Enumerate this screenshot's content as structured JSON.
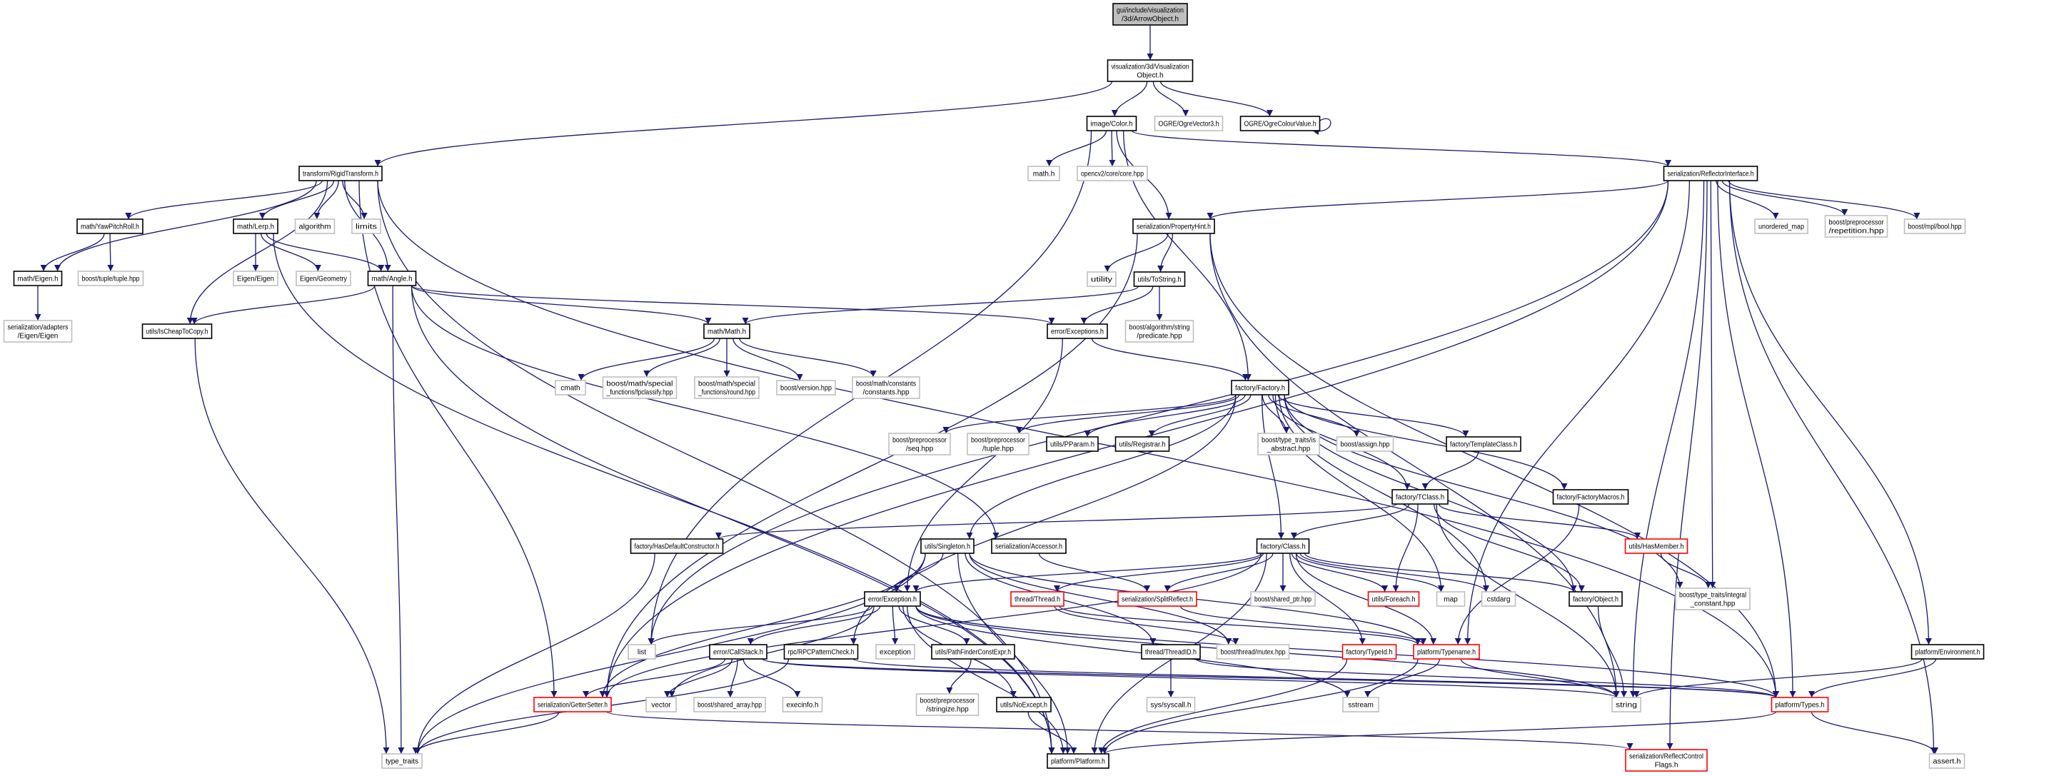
{
  "title": "gui/include/visualization/3d/ArrowObject.h",
  "colors": {
    "edge": "#191970",
    "root_fill": "#bfbfbf",
    "missing_border": "#ff0000",
    "external_border": "#bfbfbf"
  },
  "nodes": [
    {
      "id": "root",
      "style": "root",
      "lines": [
        "gui/include/visualization",
        "/3d/ArrowObject.h"
      ]
    },
    {
      "id": "vis",
      "style": "normal",
      "lines": [
        "visualization/3d/Visualization",
        "Object.h"
      ]
    },
    {
      "id": "color",
      "style": "normal",
      "lines": [
        "image/Color.h"
      ]
    },
    {
      "id": "ogrevec",
      "style": "external",
      "lines": [
        "OGRE/OgreVector3.h"
      ]
    },
    {
      "id": "ogrecol",
      "style": "normal",
      "lines": [
        "OGRE/OgreColourValue.h"
      ]
    },
    {
      "id": "rigid",
      "style": "normal",
      "lines": [
        "transform/RigidTransform.h"
      ]
    },
    {
      "id": "mathh",
      "style": "external",
      "lines": [
        "math.h"
      ]
    },
    {
      "id": "opencv",
      "style": "external",
      "lines": [
        "opencv2/core/core.hpp"
      ]
    },
    {
      "id": "reflector",
      "style": "normal",
      "lines": [
        "serialization/ReflectorInterface.h"
      ]
    },
    {
      "id": "umap",
      "style": "external",
      "lines": [
        "unordered_map"
      ]
    },
    {
      "id": "repetition",
      "style": "external",
      "lines": [
        "boost/preprocessor",
        "/repetition.hpp"
      ]
    },
    {
      "id": "mplbool",
      "style": "external",
      "lines": [
        "boost/mpl/bool.hpp"
      ]
    },
    {
      "id": "prophint",
      "style": "normal",
      "lines": [
        "serialization/PropertyHint.h"
      ]
    },
    {
      "id": "ypr",
      "style": "normal",
      "lines": [
        "math/YawPitchRoll.h"
      ]
    },
    {
      "id": "lerp",
      "style": "normal",
      "lines": [
        "math/Lerp.h"
      ]
    },
    {
      "id": "algorithm",
      "style": "external",
      "lines": [
        "algorithm"
      ]
    },
    {
      "id": "limits",
      "style": "external",
      "lines": [
        "limits"
      ]
    },
    {
      "id": "matheigen",
      "style": "normal",
      "lines": [
        "math/Eigen.h"
      ]
    },
    {
      "id": "tuple",
      "style": "external",
      "lines": [
        "boost/tuple/tuple.hpp"
      ]
    },
    {
      "id": "eigeneigen",
      "style": "external",
      "lines": [
        "Eigen/Eigen"
      ]
    },
    {
      "id": "eigengeom",
      "style": "external",
      "lines": [
        "Eigen/Geometry"
      ]
    },
    {
      "id": "angle",
      "style": "normal",
      "lines": [
        "math/Angle.h"
      ]
    },
    {
      "id": "adapters",
      "style": "external",
      "lines": [
        "serialization/adapters",
        "/Eigen/Eigen"
      ]
    },
    {
      "id": "cheap",
      "style": "normal",
      "lines": [
        "utils/IsCheapToCopy.h"
      ]
    },
    {
      "id": "mathmath",
      "style": "normal",
      "lines": [
        "math/Math.h"
      ]
    },
    {
      "id": "cmath",
      "style": "external",
      "lines": [
        "cmath"
      ]
    },
    {
      "id": "fpclassify",
      "style": "external",
      "lines": [
        "boost/math/special",
        "_functions/fpclassify.hpp"
      ]
    },
    {
      "id": "round",
      "style": "external",
      "lines": [
        "boost/math/special",
        "_functions/round.hpp"
      ]
    },
    {
      "id": "version",
      "style": "external",
      "lines": [
        "boost/version.hpp"
      ]
    },
    {
      "id": "constants",
      "style": "external",
      "lines": [
        "boost/math/constants",
        "/constants.hpp"
      ]
    },
    {
      "id": "utility",
      "style": "external",
      "lines": [
        "utility"
      ]
    },
    {
      "id": "tostring",
      "style": "normal",
      "lines": [
        "utils/ToString.h"
      ]
    },
    {
      "id": "exceptions",
      "style": "normal",
      "lines": [
        "error/Exceptions.h"
      ]
    },
    {
      "id": "predicate",
      "style": "external",
      "lines": [
        "boost/algorithm/string",
        "/predicate.hpp"
      ]
    },
    {
      "id": "factory",
      "style": "normal",
      "lines": [
        "factory/Factory.h"
      ]
    },
    {
      "id": "seq",
      "style": "external",
      "lines": [
        "boost/preprocessor",
        "/seq.hpp"
      ]
    },
    {
      "id": "pptuple",
      "style": "external",
      "lines": [
        "boost/preprocessor",
        "/tuple.hpp"
      ]
    },
    {
      "id": "pparam",
      "style": "normal",
      "lines": [
        "utils/PParam.h"
      ]
    },
    {
      "id": "registrar",
      "style": "normal",
      "lines": [
        "utils/Registrar.h"
      ]
    },
    {
      "id": "isabstract",
      "style": "external",
      "lines": [
        "boost/type_traits/is",
        "_abstract.hpp"
      ]
    },
    {
      "id": "assign",
      "style": "external",
      "lines": [
        "boost/assign.hpp"
      ]
    },
    {
      "id": "templateclass",
      "style": "normal",
      "lines": [
        "factory/TemplateClass.h"
      ]
    },
    {
      "id": "tclass",
      "style": "normal",
      "lines": [
        "factory/TClass.h"
      ]
    },
    {
      "id": "factorymacros",
      "style": "normal",
      "lines": [
        "factory/FactoryMacros.h"
      ]
    },
    {
      "id": "hasdefault",
      "style": "normal",
      "lines": [
        "factory/HasDefaultConstructor.h"
      ]
    },
    {
      "id": "singleton",
      "style": "normal",
      "lines": [
        "utils/Singleton.h"
      ]
    },
    {
      "id": "accessor",
      "style": "normal",
      "lines": [
        "serialization/Accessor.h"
      ]
    },
    {
      "id": "class",
      "style": "normal",
      "lines": [
        "factory/Class.h"
      ]
    },
    {
      "id": "hasmember",
      "style": "missing",
      "lines": [
        "utils/HasMember.h"
      ]
    },
    {
      "id": "exception",
      "style": "normal",
      "lines": [
        "error/Exception.h"
      ]
    },
    {
      "id": "thread",
      "style": "missing",
      "lines": [
        "thread/Thread.h"
      ]
    },
    {
      "id": "splitreflect",
      "style": "missing",
      "lines": [
        "serialization/SplitReflect.h"
      ]
    },
    {
      "id": "sharedptr",
      "style": "external",
      "lines": [
        "boost/shared_ptr.hpp"
      ]
    },
    {
      "id": "foreach",
      "style": "missing",
      "lines": [
        "utils/Foreach.h"
      ]
    },
    {
      "id": "map",
      "style": "external",
      "lines": [
        "map"
      ]
    },
    {
      "id": "cstdarg",
      "style": "external",
      "lines": [
        "cstdarg"
      ]
    },
    {
      "id": "object",
      "style": "normal",
      "lines": [
        "factory/Object.h"
      ]
    },
    {
      "id": "integral",
      "style": "external",
      "lines": [
        "boost/type_traits/integral",
        "_constant.hpp"
      ]
    },
    {
      "id": "list",
      "style": "external",
      "lines": [
        "list"
      ]
    },
    {
      "id": "callstack",
      "style": "normal",
      "lines": [
        "error/CallStack.h"
      ]
    },
    {
      "id": "rpc",
      "style": "normal",
      "lines": [
        "rpc/RPCPatternCheck.h"
      ]
    },
    {
      "id": "stdexception",
      "style": "external",
      "lines": [
        "exception"
      ]
    },
    {
      "id": "pathfinder",
      "style": "normal",
      "lines": [
        "utils/PathFinderConstExpr.h"
      ]
    },
    {
      "id": "threadid",
      "style": "normal",
      "lines": [
        "thread/ThreadID.h"
      ]
    },
    {
      "id": "mutex",
      "style": "external",
      "lines": [
        "boost/thread/mutex.hpp"
      ]
    },
    {
      "id": "typeid",
      "style": "missing",
      "lines": [
        "factory/TypeId.h"
      ]
    },
    {
      "id": "typename",
      "style": "missing",
      "lines": [
        "platform/Typename.h"
      ]
    },
    {
      "id": "environment",
      "style": "normal",
      "lines": [
        "platform/Environment.h"
      ]
    },
    {
      "id": "gettersetter",
      "style": "missing",
      "lines": [
        "serialization/GetterSetter.h"
      ]
    },
    {
      "id": "vector",
      "style": "external",
      "lines": [
        "vector"
      ]
    },
    {
      "id": "sharedarray",
      "style": "external",
      "lines": [
        "boost/shared_array.hpp"
      ]
    },
    {
      "id": "execinfo",
      "style": "external",
      "lines": [
        "execinfo.h"
      ]
    },
    {
      "id": "stringize",
      "style": "external",
      "lines": [
        "boost/preprocessor",
        "/stringize.hpp"
      ]
    },
    {
      "id": "noexcept",
      "style": "normal",
      "lines": [
        "utils/NoExcept.h"
      ]
    },
    {
      "id": "syscall",
      "style": "external",
      "lines": [
        "sys/syscall.h"
      ]
    },
    {
      "id": "sstream",
      "style": "external",
      "lines": [
        "sstream"
      ]
    },
    {
      "id": "string",
      "style": "external",
      "lines": [
        "string"
      ]
    },
    {
      "id": "types",
      "style": "missing",
      "lines": [
        "platform/Types.h"
      ]
    },
    {
      "id": "typetraits",
      "style": "external",
      "lines": [
        "type_traits"
      ]
    },
    {
      "id": "platform",
      "style": "normal",
      "lines": [
        "platform/Platform.h"
      ]
    },
    {
      "id": "flags",
      "style": "missing",
      "lines": [
        "serialization/ReflectControl",
        "Flags.h"
      ]
    },
    {
      "id": "assert",
      "style": "external",
      "lines": [
        "assert.h"
      ]
    }
  ],
  "edges": [
    [
      "root",
      "vis"
    ],
    [
      "vis",
      "color"
    ],
    [
      "vis",
      "ogrevec"
    ],
    [
      "vis",
      "ogrecol"
    ],
    [
      "vis",
      "rigid"
    ],
    [
      "ogrecol",
      "ogrecol"
    ],
    [
      "color",
      "mathh"
    ],
    [
      "color",
      "opencv"
    ],
    [
      "color",
      "prophint"
    ],
    [
      "color",
      "reflector"
    ],
    [
      "color",
      "factory"
    ],
    [
      "color",
      "list"
    ],
    [
      "rigid",
      "matheigen"
    ],
    [
      "rigid",
      "ypr"
    ],
    [
      "rigid",
      "lerp"
    ],
    [
      "rigid",
      "algorithm"
    ],
    [
      "rigid",
      "limits"
    ],
    [
      "rigid",
      "angle"
    ],
    [
      "rigid",
      "cheap"
    ],
    [
      "rigid",
      "gettersetter"
    ],
    [
      "rigid",
      "platform"
    ],
    [
      "rigid",
      "types"
    ],
    [
      "ypr",
      "matheigen"
    ],
    [
      "ypr",
      "tuple"
    ],
    [
      "matheigen",
      "adapters"
    ],
    [
      "lerp",
      "eigeneigen"
    ],
    [
      "lerp",
      "eigengeom"
    ],
    [
      "lerp",
      "angle"
    ],
    [
      "lerp",
      "platform"
    ],
    [
      "angle",
      "cheap"
    ],
    [
      "angle",
      "mathmath"
    ],
    [
      "angle",
      "exceptions"
    ],
    [
      "angle",
      "accessor"
    ],
    [
      "angle",
      "typetraits"
    ],
    [
      "angle",
      "platform"
    ],
    [
      "cheap",
      "typetraits"
    ],
    [
      "mathmath",
      "cmath"
    ],
    [
      "mathmath",
      "fpclassify"
    ],
    [
      "mathmath",
      "round"
    ],
    [
      "mathmath",
      "version"
    ],
    [
      "mathmath",
      "constants"
    ],
    [
      "reflector",
      "prophint"
    ],
    [
      "reflector",
      "umap"
    ],
    [
      "reflector",
      "repetition"
    ],
    [
      "reflector",
      "mplbool"
    ],
    [
      "reflector",
      "string"
    ],
    [
      "reflector",
      "typename"
    ],
    [
      "reflector",
      "integral"
    ],
    [
      "reflector",
      "environment"
    ],
    [
      "reflector",
      "types"
    ],
    [
      "reflector",
      "flags"
    ],
    [
      "reflector",
      "assert"
    ],
    [
      "reflector",
      "list"
    ],
    [
      "reflector",
      "gettersetter"
    ],
    [
      "prophint",
      "utility"
    ],
    [
      "prophint",
      "tostring"
    ],
    [
      "prophint",
      "gettersetter"
    ],
    [
      "prophint",
      "string"
    ],
    [
      "prophint",
      "types"
    ],
    [
      "tostring",
      "mathmath"
    ],
    [
      "tostring",
      "exceptions"
    ],
    [
      "tostring",
      "predicate"
    ],
    [
      "exceptions",
      "factory"
    ],
    [
      "exceptions",
      "exception"
    ],
    [
      "factory",
      "seq"
    ],
    [
      "factory",
      "pptuple"
    ],
    [
      "factory",
      "pparam"
    ],
    [
      "factory",
      "registrar"
    ],
    [
      "factory",
      "isabstract"
    ],
    [
      "factory",
      "assign"
    ],
    [
      "factory",
      "templateclass"
    ],
    [
      "factory",
      "tclass"
    ],
    [
      "factory",
      "class"
    ],
    [
      "factory",
      "factorymacros"
    ],
    [
      "factory",
      "object"
    ],
    [
      "factory",
      "map"
    ],
    [
      "factory",
      "cstdarg"
    ],
    [
      "factory",
      "singleton"
    ],
    [
      "factory",
      "integral"
    ],
    [
      "factory",
      "rpc"
    ],
    [
      "templateclass",
      "tclass"
    ],
    [
      "tclass",
      "hasdefault"
    ],
    [
      "tclass",
      "class"
    ],
    [
      "tclass",
      "foreach"
    ],
    [
      "tclass",
      "hasmember"
    ],
    [
      "tclass",
      "string"
    ],
    [
      "tclass",
      "object"
    ],
    [
      "hasmember",
      "integral"
    ],
    [
      "factorymacros",
      "typename"
    ],
    [
      "class",
      "exception"
    ],
    [
      "class",
      "thread"
    ],
    [
      "class",
      "splitreflect"
    ],
    [
      "class",
      "sharedptr"
    ],
    [
      "class",
      "foreach"
    ],
    [
      "class",
      "map"
    ],
    [
      "class",
      "cstdarg"
    ],
    [
      "class",
      "object"
    ],
    [
      "class",
      "typeid"
    ],
    [
      "class",
      "typename"
    ],
    [
      "class",
      "platform"
    ],
    [
      "class",
      "gettersetter"
    ],
    [
      "singleton",
      "exception"
    ],
    [
      "singleton",
      "threadid"
    ],
    [
      "singleton",
      "mutex"
    ],
    [
      "singleton",
      "platform"
    ],
    [
      "singleton",
      "typetraits"
    ],
    [
      "singleton",
      "gettersetter"
    ],
    [
      "singleton",
      "typename"
    ],
    [
      "accessor",
      "splitreflect"
    ],
    [
      "hasdefault",
      "typetraits"
    ],
    [
      "exception",
      "list"
    ],
    [
      "exception",
      "callstack"
    ],
    [
      "exception",
      "stdexception"
    ],
    [
      "exception",
      "pathfinder"
    ],
    [
      "exception",
      "noexcept"
    ],
    [
      "exception",
      "platform"
    ],
    [
      "exception",
      "sstream"
    ],
    [
      "exception",
      "string"
    ],
    [
      "exception",
      "types"
    ],
    [
      "exception",
      "vector"
    ],
    [
      "callstack",
      "gettersetter"
    ],
    [
      "callstack",
      "vector"
    ],
    [
      "callstack",
      "sharedarray"
    ],
    [
      "callstack",
      "execinfo"
    ],
    [
      "callstack",
      "string"
    ],
    [
      "callstack",
      "types"
    ],
    [
      "rpc",
      "typetraits"
    ],
    [
      "rpc",
      "types"
    ],
    [
      "pathfinder",
      "stringize"
    ],
    [
      "noexcept",
      "platform"
    ],
    [
      "threadid",
      "syscall"
    ],
    [
      "threadid",
      "types"
    ],
    [
      "thread",
      "mutex"
    ],
    [
      "thread",
      "typename"
    ],
    [
      "splitreflect",
      "typename"
    ],
    [
      "typeid",
      "platform"
    ],
    [
      "typename",
      "sstream"
    ],
    [
      "typename",
      "string"
    ],
    [
      "typename",
      "platform"
    ],
    [
      "object",
      "string"
    ],
    [
      "environment",
      "string"
    ],
    [
      "environment",
      "types"
    ],
    [
      "types",
      "platform"
    ],
    [
      "types",
      "assert"
    ],
    [
      "gettersetter",
      "typetraits"
    ],
    [
      "gettersetter",
      "flags"
    ]
  ]
}
